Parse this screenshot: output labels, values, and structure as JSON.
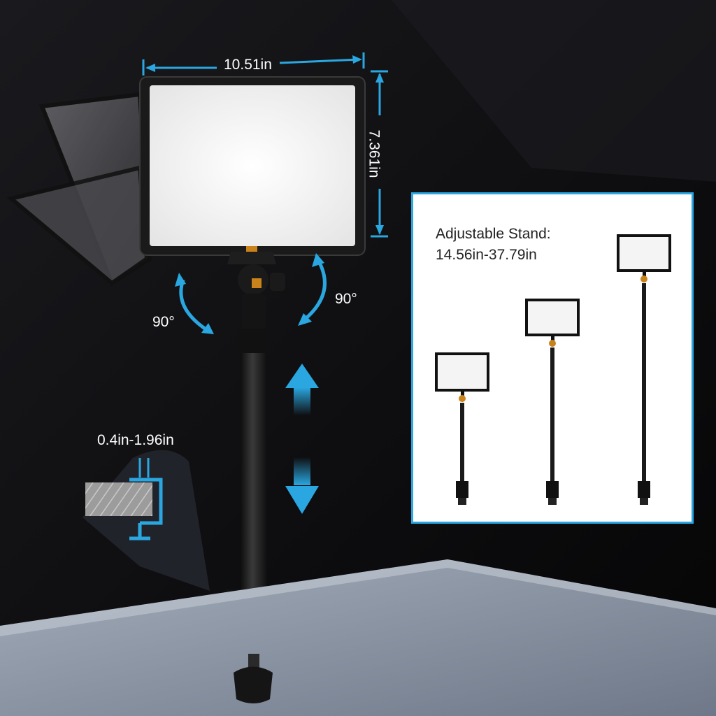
{
  "dimensions": {
    "width_label": "10.51in",
    "height_label": "7.361in",
    "clamp_range": "0.4in-1.96in"
  },
  "rotation": {
    "left_angle": "90°",
    "right_angle": "90°"
  },
  "stand_card": {
    "title_line1": "Adjustable Stand:",
    "title_line2": "14.56in-37.79in"
  },
  "colors": {
    "accent": "#2aa7e0",
    "background": "#0c0c0e",
    "desk": "#8d97a6",
    "panel": "#f4f4f4"
  },
  "icons": [
    "up-arrow-icon",
    "down-arrow-icon",
    "rotate-left-icon",
    "rotate-right-icon"
  ]
}
